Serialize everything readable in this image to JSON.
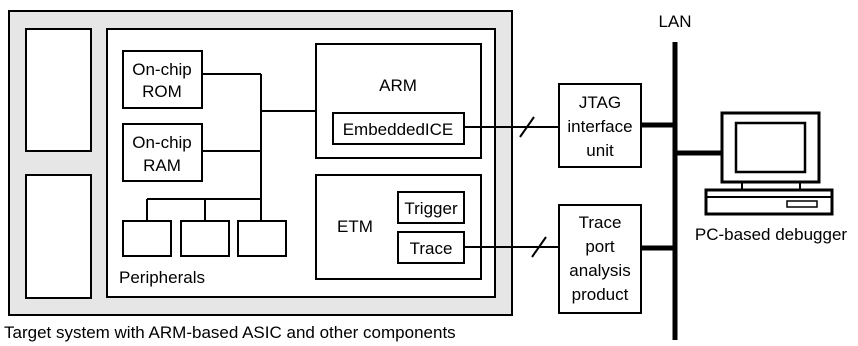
{
  "diagram": {
    "target_caption": "Target system with ARM-based ASIC and other components",
    "lan_label": "LAN",
    "onchip_rom": [
      "On-chip",
      "ROM"
    ],
    "onchip_ram": [
      "On-chip",
      "RAM"
    ],
    "arm_label": "ARM",
    "embeddedice_label": "EmbeddedICE",
    "etm_label": "ETM",
    "trigger_label": "Trigger",
    "trace_label": "Trace",
    "peripherals_label": "Peripherals",
    "jtag_unit": [
      "JTAG",
      "interface",
      "unit"
    ],
    "trace_port_unit": [
      "Trace",
      "port",
      "analysis",
      "product"
    ],
    "debugger_label": "PC-based debugger"
  },
  "colors": {
    "target_fill": "#e6e6e6",
    "box_fill": "#ffffff",
    "stroke": "#000000"
  }
}
